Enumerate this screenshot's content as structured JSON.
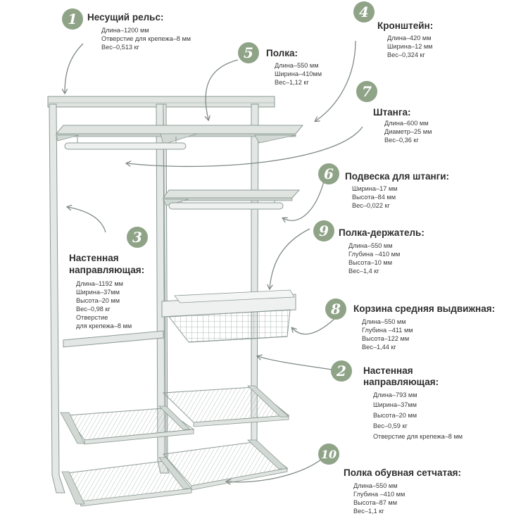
{
  "colors": {
    "badge": "#8fa387",
    "frame": "#d6dcd8",
    "outline": "#8c9a94",
    "arrow": "#7f8a84"
  },
  "items": [
    {
      "num": "1",
      "title": [
        "Несущий рельс:"
      ],
      "specs": [
        "Длина–1200 мм",
        "Отверстие для крепежа–8 мм",
        "Вес–0,513 кг"
      ]
    },
    {
      "num": "2",
      "title": [
        "Настенная",
        "направляющая:"
      ],
      "specs": [
        "Длина–793 мм",
        "Ширина–37мм",
        "Высота–20 мм",
        "Вес–0,59 кг",
        "Отверстие для крепежа–8 мм"
      ]
    },
    {
      "num": "3",
      "title": [
        "Настенная",
        "направляющая:"
      ],
      "specs": [
        "Длина–1192 мм",
        "Ширина–37мм",
        "Высота–20 мм",
        "Вес–0,98 кг",
        "Отверстие",
        "для крепежа–8 мм"
      ]
    },
    {
      "num": "4",
      "title": [
        "Кронштейн:"
      ],
      "specs": [
        "Длина–420 мм",
        "Ширина–12 мм",
        "Вес–0,324 кг"
      ]
    },
    {
      "num": "5",
      "title": [
        "Полка:"
      ],
      "specs": [
        "Длина–550 мм",
        "Ширина–410мм",
        "Вес–1,12 кг"
      ]
    },
    {
      "num": "6",
      "title": [
        "Подвеска для штанги:"
      ],
      "specs": [
        "Ширина–17 мм",
        "Высота–84 мм",
        "Вес–0,022 кг"
      ]
    },
    {
      "num": "7",
      "title": [
        "Штанга:"
      ],
      "specs": [
        "Длина–600 мм",
        "Диаметр–25 мм",
        "Вес–0,36 кг"
      ]
    },
    {
      "num": "8",
      "title": [
        "Корзина средняя выдвижная:"
      ],
      "specs": [
        "Длина–550 мм",
        "Глубина –411 мм",
        "Высота–122 мм",
        "Вес–1,44 кг"
      ]
    },
    {
      "num": "9",
      "title": [
        "Полка-держатель:"
      ],
      "specs": [
        "Длина–550 мм",
        "Глубина –410 мм",
        "Высота–10 мм",
        "Вес–1,4 кг"
      ]
    },
    {
      "num": "10",
      "title": [
        "Полка обувная сетчатая:"
      ],
      "specs": [
        "Длина–550 мм",
        "Глубина –410 мм",
        "Высота–87 мм",
        "Вес–1,1 кг"
      ]
    }
  ]
}
